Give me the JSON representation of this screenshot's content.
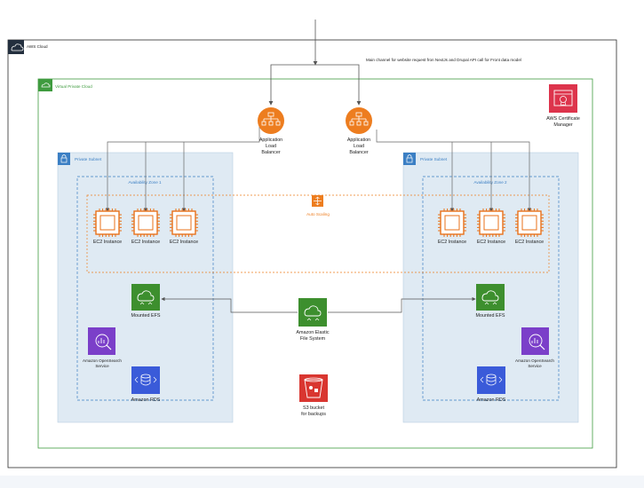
{
  "cloud_label": "AWS Cloud",
  "vpc_label": "Virtual Private Cloud",
  "main_channel_note": "Main channel for website request fron NextJs  and Drupal API call for Front data model",
  "alb_left": [
    "Application",
    "Load",
    "Balancer"
  ],
  "alb_right": [
    "Application",
    "Load",
    "Balancer"
  ],
  "acm": [
    "AWS Certificate",
    "Manager"
  ],
  "private_subnet_left": "Private Subnet",
  "private_subnet_right": "Private Subnet",
  "az_left": "Availability Zone 1",
  "az_right": "Availability Zone 2",
  "auto_scaling": "Auto Scaling",
  "ec2_label": "EC2 Instance",
  "efs_left": "Mounted EFS",
  "efs_right": "Mounted EFS",
  "efs_center": [
    "Amazon Elastic",
    "File System"
  ],
  "opensearch_left": [
    "Amazon OpenSearch",
    "Service"
  ],
  "opensearch_right": [
    "Amazon OpenSearch",
    "Service"
  ],
  "rds_left": "Amazon RDS",
  "rds_right": "Amazon RDS",
  "s3": [
    "S3 bucket",
    "for backups"
  ],
  "colors": {
    "cloud_border": "#2b2b2b",
    "vpc_green": "#3f9b3f",
    "subnet_fill": "#dfeaf3",
    "subnet_blue": "#3b7fc4",
    "orange": "#ed7d1f",
    "ec2_orange": "#e8711a",
    "storage_green": "#3d8f2e",
    "purple": "#7b3fc9",
    "rds_blue": "#3a5bd9",
    "acm_red": "#dd344c",
    "s3_red": "#d93630"
  }
}
